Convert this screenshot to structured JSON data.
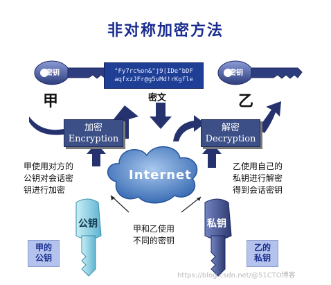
{
  "title": "非对称加密方法",
  "party_a": "甲",
  "party_b": "乙",
  "cipher_text_line1": "\"Fy7rc%on&\"j9|IDe\"bDF",
  "cipher_text_line2": "aqfxzJFr@g5vMd!rKgfle",
  "cipher_label": "密文",
  "encrypt_box": {
    "line1": "加密",
    "line2": "Encryption"
  },
  "decrypt_box": {
    "line1": "解密",
    "line2": "Decryption"
  },
  "internet": "Internet",
  "left_note": [
    "甲使用对方的",
    "公钥对会话密",
    "钥进行加密"
  ],
  "right_note": [
    "乙使用自己的",
    "私钥进行解密",
    "得到会话密钥"
  ],
  "center_note": [
    "甲和乙使用",
    "不同的密钥"
  ],
  "key_top_label": "密钥",
  "public_key_label": "公钥",
  "private_key_label": "私钥",
  "tag_a": [
    "甲的",
    "公钥"
  ],
  "tag_b": [
    "乙的",
    "私钥"
  ],
  "watermark": "https://blog.csdn.net/@51CTO博客",
  "colors": {
    "title": "#1a2c8f",
    "box": "#3c4f86",
    "arrow": "#26326e",
    "cloud": "#4a7ec2",
    "public_key": "#8fd2e4",
    "private_key": "#4a5a96"
  }
}
